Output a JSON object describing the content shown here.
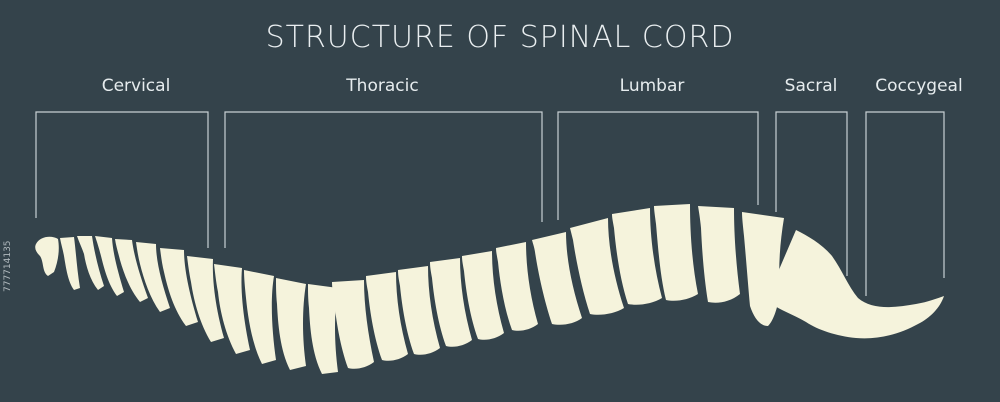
{
  "title": "STRUCTURE OF SPINAL CORD",
  "segments": [
    {
      "label": "Cervical"
    },
    {
      "label": "Thoracic"
    },
    {
      "label": "Lumbar"
    },
    {
      "label": "Sacral"
    },
    {
      "label": "Coccygeal"
    }
  ],
  "watermark": "777714135",
  "colors": {
    "background": "#34434b",
    "bone": "#f5f3dc",
    "bracket": "#c8d0d4",
    "text": "#e6ecee"
  }
}
